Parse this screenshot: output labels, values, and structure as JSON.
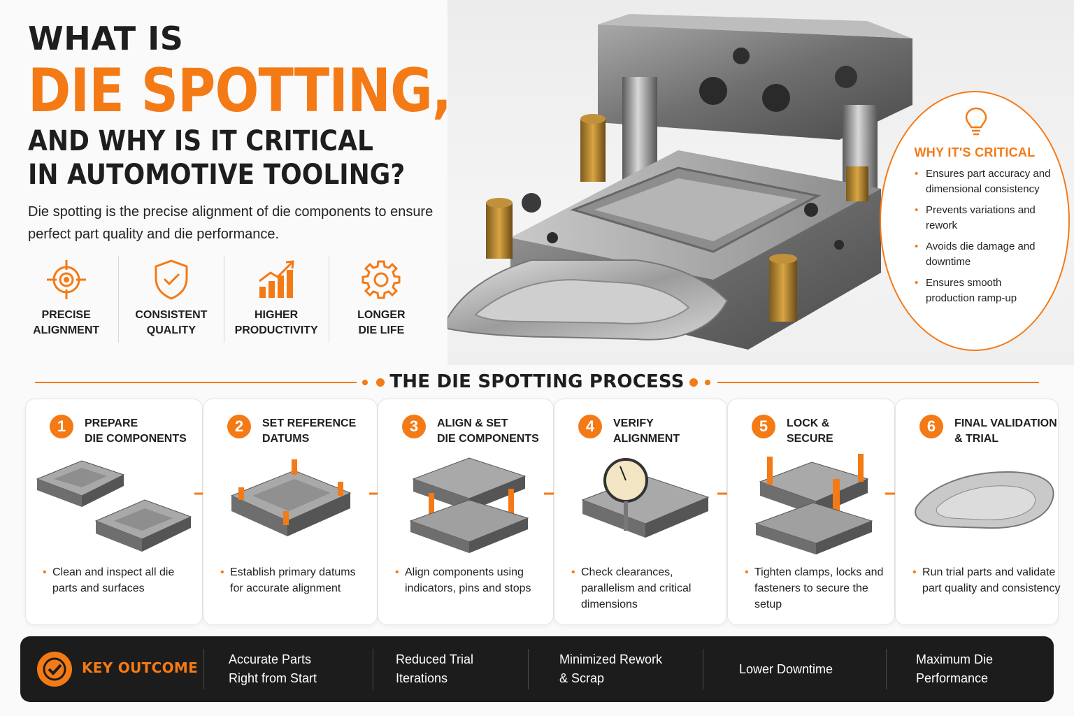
{
  "header": {
    "line1": "WHAT IS",
    "line2": "DIE SPOTTING,",
    "line3": "AND WHY IS IT CRITICAL",
    "line4": "IN AUTOMOTIVE TOOLING?",
    "intro": "Die spotting is the precise alignment of die components to ensure perfect part quality and die performance."
  },
  "benefits": [
    {
      "icon": "target-icon",
      "label": "PRECISE\nALIGNMENT"
    },
    {
      "icon": "shield-check-icon",
      "label": "CONSISTENT\nQUALITY"
    },
    {
      "icon": "bar-chart-up-icon",
      "label": "HIGHER\nPRODUCTIVITY"
    },
    {
      "icon": "gear-icon",
      "label": "LONGER\nDIE LIFE"
    }
  ],
  "critical": {
    "icon": "lightbulb-icon",
    "title": "WHY IT'S CRITICAL",
    "items": [
      "Ensures part accuracy and dimensional consistency",
      "Prevents variations and rework",
      "Avoids die damage and downtime",
      "Ensures smooth production ramp-up"
    ]
  },
  "process": {
    "title": "THE DIE SPOTTING PROCESS",
    "steps": [
      {
        "num": "1",
        "title": "PREPARE\nDIE COMPONENTS",
        "desc": "Clean and inspect all die parts and surfaces"
      },
      {
        "num": "2",
        "title": "SET REFERENCE\nDATUMS",
        "desc": "Establish primary datums for accurate alignment"
      },
      {
        "num": "3",
        "title": "ALIGN & SET\nDIE COMPONENTS",
        "desc": "Align components using indicators, pins and stops"
      },
      {
        "num": "4",
        "title": "VERIFY\nALIGNMENT",
        "desc": "Check clearances, parallelism and critical dimensions"
      },
      {
        "num": "5",
        "title": "LOCK &\nSECURE",
        "desc": "Tighten clamps, locks and fasteners to secure the setup"
      },
      {
        "num": "6",
        "title": "FINAL VALIDATION\n& TRIAL",
        "desc": "Run trial parts and validate part quality and consistency"
      }
    ]
  },
  "outcome": {
    "label": "KEY OUTCOME",
    "items": [
      "Accurate Parts\nRight from Start",
      "Reduced Trial\nIterations",
      "Minimized Rework\n& Scrap",
      "Lower Downtime",
      "Maximum Die\nPerformance"
    ]
  },
  "colors": {
    "accent": "#f47a16",
    "dark": "#1c1c1c",
    "text": "#1e1e1e"
  }
}
